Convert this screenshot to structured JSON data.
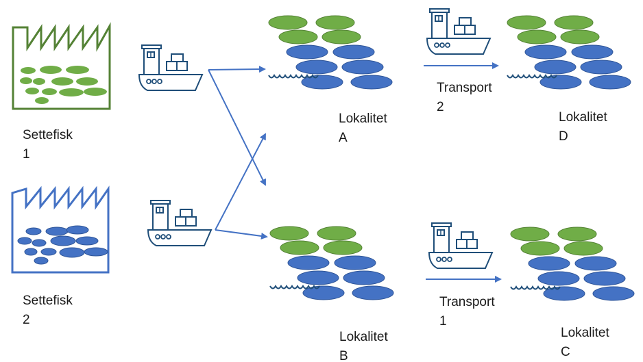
{
  "colors": {
    "green": "#70ad47",
    "green_dark": "#548235",
    "blue": "#4472c4",
    "blue_dark": "#2f5597",
    "ship": "#1f4e79",
    "arrow": "#4472c4",
    "text": "#1a1a1a"
  },
  "icons": [
    "factory-icon",
    "ship-icon",
    "fish-pen-icon",
    "wave-icon",
    "arrow-icon"
  ],
  "labels": {
    "settefisk1": [
      "Settefisk",
      "1"
    ],
    "settefisk2": [
      "Settefisk",
      "2"
    ],
    "lokalitetA": [
      "Lokalitet",
      "A"
    ],
    "lokalitetB": [
      "Lokalitet",
      "B"
    ],
    "lokalitetC": [
      "Lokalitet",
      "C"
    ],
    "lokalitetD": [
      "Lokalitet",
      "D"
    ],
    "transport2": [
      "Transport",
      "2"
    ],
    "transport1": [
      "Transport",
      "1"
    ]
  }
}
